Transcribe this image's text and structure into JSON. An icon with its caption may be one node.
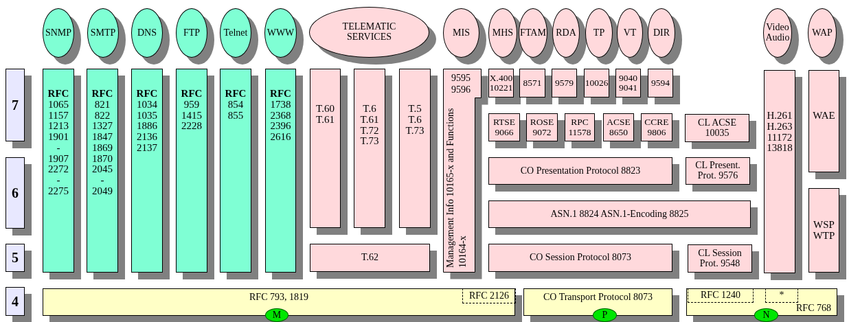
{
  "diagram": {
    "nodes": [
      {
        "text": [
          "SNMP"
        ]
      },
      {
        "text": [
          "SMTP"
        ]
      },
      {
        "text": [
          "DNS"
        ]
      },
      {
        "text": [
          "FTP"
        ]
      },
      {
        "text": [
          "Telnet"
        ]
      },
      {
        "text": [
          "WWW"
        ]
      },
      {
        "text": [
          "TELEMATIC SERVICES"
        ]
      },
      {
        "text": [
          "MIS"
        ]
      },
      {
        "text": [
          "MHS"
        ]
      },
      {
        "text": [
          "FTAM"
        ]
      },
      {
        "text": [
          "RDA"
        ]
      },
      {
        "text": [
          "TP"
        ]
      },
      {
        "text": [
          "VT"
        ]
      },
      {
        "text": [
          "DIR"
        ]
      },
      {
        "text": [
          "Video Audio"
        ]
      },
      {
        "text": [
          "WAP"
        ]
      },
      {
        "text": [
          "7"
        ]
      },
      {
        "text": [
          "RFC",
          "1065 1157 1213 1901 - 1907 2272 - 2275"
        ]
      },
      {
        "text": [
          "RFC",
          "821 822 1327 1847 1869 1870 2045 - 2049"
        ]
      },
      {
        "text": [
          "RFC",
          "1034 1035 1886 2136 2137"
        ]
      },
      {
        "text": [
          "RFC",
          "959 1415 2228"
        ]
      },
      {
        "text": [
          "RFC",
          "854 855"
        ]
      },
      {
        "text": [
          "RFC",
          "1738 2368 2396 2616"
        ]
      },
      {
        "text": [
          "T.60 T.61"
        ]
      },
      {
        "text": [
          "T.6 T.61 T.72 T.73"
        ]
      },
      {
        "text": [
          "T.5 T.6 T.73"
        ]
      },
      {
        "text": [
          "9595 9596",
          "Management Info 10165-x and Functions 10164-x"
        ]
      },
      {
        "text": [
          "X.400 10221"
        ]
      },
      {
        "text": [
          "8571"
        ]
      },
      {
        "text": [
          "9579"
        ]
      },
      {
        "text": [
          "10026"
        ]
      },
      {
        "text": [
          "9040 9041"
        ]
      },
      {
        "text": [
          "9594"
        ]
      },
      {
        "text": [
          "H.261 H.263 11172 13818"
        ]
      },
      {
        "text": [
          "WAE"
        ]
      },
      {
        "text": [
          "RTSE 9066"
        ]
      },
      {
        "text": [
          "ROSE 9072"
        ]
      },
      {
        "text": [
          "RPC 11578"
        ]
      },
      {
        "text": [
          "ACSE 8650"
        ]
      },
      {
        "text": [
          "CCRE 9806"
        ]
      },
      {
        "text": [
          "CL ACSE 10035"
        ]
      },
      {
        "text": [
          "6"
        ]
      },
      {
        "text": [
          "CO Presentation Protocol 8823"
        ]
      },
      {
        "text": [
          "CL Present. Prot. 9576"
        ]
      },
      {
        "text": [
          "ASN.1  8824  ASN.1-Encoding 8825"
        ]
      },
      {
        "text": [
          "WSP WTP"
        ]
      },
      {
        "text": [
          "5"
        ]
      },
      {
        "text": [
          "T.62"
        ]
      },
      {
        "text": [
          "CO Session Protocol 8073"
        ]
      },
      {
        "text": [
          "CL Session Prot. 9548"
        ]
      },
      {
        "text": [
          "4"
        ]
      },
      {
        "text": [
          "RFC 793, 1819"
        ]
      },
      {
        "text": [
          "RFC 2126"
        ],
        "in": 51
      },
      {
        "text": [
          "CO Transport Protocol 8073"
        ]
      },
      {
        "text": [
          "RFC 768"
        ]
      },
      {
        "text": [
          "RFC 1240"
        ],
        "in": 54
      },
      {
        "text": [
          "*"
        ],
        "in": 54
      },
      {
        "text": [
          "M"
        ]
      },
      {
        "text": [
          "P"
        ]
      },
      {
        "text": [
          "N"
        ]
      }
    ]
  }
}
